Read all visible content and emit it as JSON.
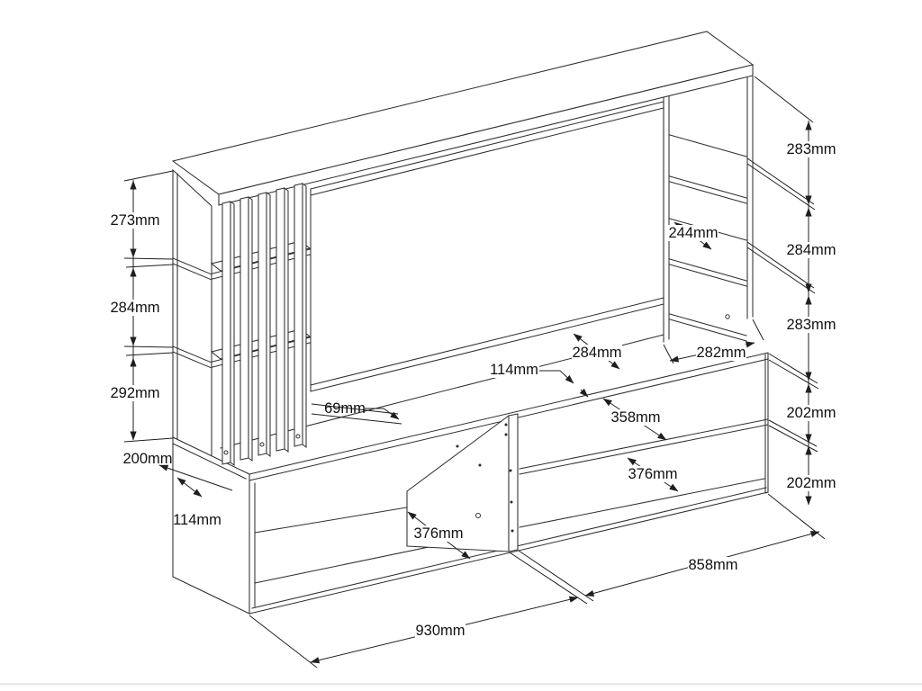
{
  "drawing": {
    "type": "furniture-assembly-dimension-diagram",
    "subject": "TV wall unit with shelving columns, slat panel and media bench",
    "unit": "mm",
    "dims": {
      "left_chain": [
        "273mm",
        "284mm",
        "292mm"
      ],
      "left_lower": [
        "200mm",
        "114mm"
      ],
      "top_middle": [
        "69mm",
        "114mm",
        "284mm",
        "282mm",
        "244mm"
      ],
      "bench": [
        "376mm",
        "358mm",
        "376mm",
        "930mm",
        "858mm"
      ],
      "right_chain": [
        "283mm",
        "284mm",
        "283mm",
        "202mm",
        "202mm"
      ]
    },
    "colors": {
      "line": "#303030",
      "label": "#111111",
      "background": "#ffffff"
    }
  }
}
